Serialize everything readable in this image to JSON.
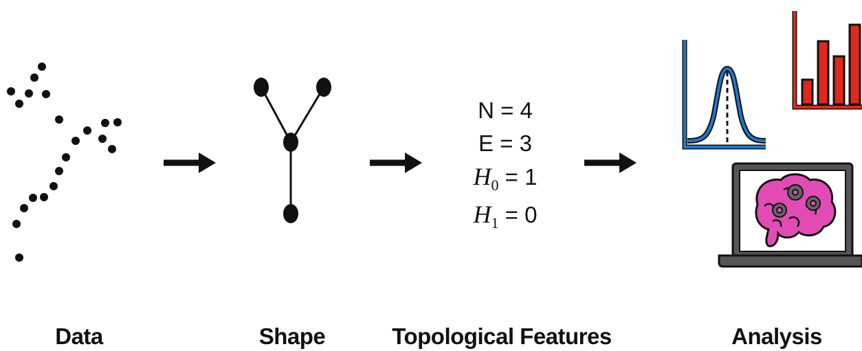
{
  "stages": {
    "data": "Data",
    "shape": "Shape",
    "topology": "Topological Features",
    "analysis": "Analysis"
  },
  "features": {
    "n": "N = 4",
    "e": "E = 3",
    "h0": {
      "symbol": "H",
      "sub": "0",
      "value": " = 1"
    },
    "h1": {
      "symbol": "H",
      "sub": "1",
      "value": " = 0"
    }
  },
  "icons": {
    "flow": "arrow-right-icon",
    "gaussian": "bell-curve-chart-icon",
    "bars": "bar-chart-icon",
    "laptop": "laptop-icon",
    "brain": "brain-gears-icon"
  },
  "colors": {
    "ink": "#111111",
    "gaussian_axis": "#1f78c8",
    "bars": "#e0291b",
    "laptop": "#555555",
    "brain": "#e34bb4"
  }
}
